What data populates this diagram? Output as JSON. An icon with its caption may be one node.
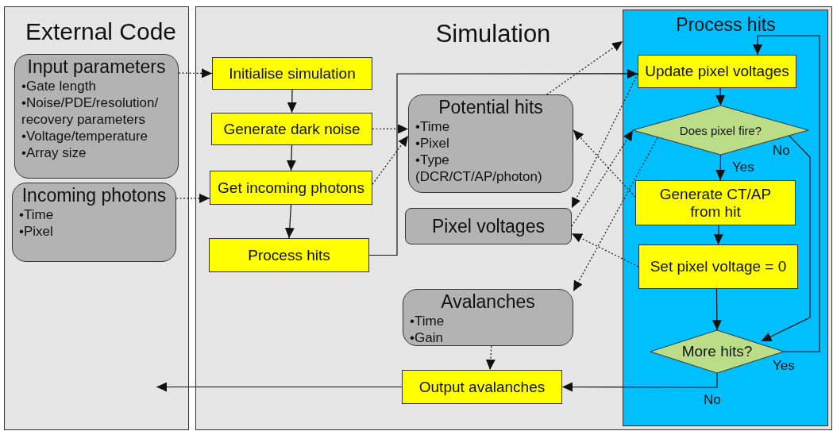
{
  "diagram": {
    "nodes": [
      {
        "text": [
          "External Code"
        ]
      },
      {
        "text": [
          "Input parameters",
          "•Gate length",
          "•Noise/PDE/resolution/ recovery parameters",
          "•Voltage/temperature",
          "•Array size"
        ],
        "in": 0
      },
      {
        "text": [
          "Incoming photons",
          "•Time",
          "•Pixel"
        ],
        "in": 0
      },
      {
        "text": [
          "Simulation"
        ]
      },
      {
        "text": [
          "Initialise simulation"
        ],
        "in": 3
      },
      {
        "text": [
          "Generate dark noise"
        ],
        "in": 3
      },
      {
        "text": [
          "Get incoming photons"
        ],
        "in": 3
      },
      {
        "text": [
          "Process hits"
        ],
        "in": 3
      },
      {
        "text": [
          "Potential hits",
          "•Time",
          "•Pixel",
          "•Type (DCR/CT/AP/photon)"
        ],
        "in": 3
      },
      {
        "text": [
          "Pixel voltages"
        ],
        "in": 3
      },
      {
        "text": [
          "Avalanches",
          "•Time",
          "•Gain"
        ],
        "in": 3
      },
      {
        "text": [
          "Output avalanches"
        ],
        "in": 3
      },
      {
        "text": [
          "Process hits"
        ],
        "in": 3
      },
      {
        "text": [
          "Update pixel voltages"
        ],
        "in": 12
      },
      {
        "text": [
          "Does pixel fire?"
        ],
        "in": 12
      },
      {
        "text": [
          "Generate CT/AP from hit"
        ],
        "in": 12
      },
      {
        "text": [
          "Set pixel voltage = 0"
        ],
        "in": 12
      },
      {
        "text": [
          "More hits?"
        ],
        "in": 12
      }
    ],
    "edges": [
      {
        "from": 1,
        "to": 4,
        "arrow": "to",
        "style": "dashed"
      },
      {
        "from": 2,
        "to": 6,
        "arrow": "to",
        "style": "dashed"
      },
      {
        "from": 4,
        "to": 5,
        "arrow": "to"
      },
      {
        "from": 5,
        "to": 6,
        "arrow": "to"
      },
      {
        "from": 6,
        "to": 7,
        "arrow": "to"
      },
      {
        "from": 5,
        "to": 8,
        "arrow": "to",
        "style": "dashed"
      },
      {
        "from": 6,
        "to": 8,
        "arrow": "to",
        "style": "dashed"
      },
      {
        "from": 7,
        "to": 13,
        "arrow": "to"
      },
      {
        "from": 8,
        "to": 12,
        "arrow": "to",
        "style": "dashed"
      },
      {
        "from": 13,
        "to": 9,
        "arrow": "to",
        "style": "dashed"
      },
      {
        "from": 9,
        "to": 14,
        "arrow": "to",
        "style": "dashed"
      },
      {
        "from": 15,
        "to": 8,
        "arrow": "to",
        "style": "dashed"
      },
      {
        "from": 16,
        "to": 9,
        "arrow": "to",
        "style": "dashed"
      },
      {
        "from": 14,
        "to": 10,
        "arrow": "to",
        "style": "dashed"
      },
      {
        "from": 10,
        "to": 11,
        "arrow": "to",
        "style": "dashed"
      },
      {
        "from": 13,
        "to": 14,
        "arrow": "to"
      },
      {
        "from": 14,
        "to": 15,
        "arrow": "to",
        "label": "Yes"
      },
      {
        "from": 14,
        "to": 17,
        "arrow": "to",
        "label": "No"
      },
      {
        "from": 15,
        "to": 16,
        "arrow": "to"
      },
      {
        "from": 16,
        "to": 17,
        "arrow": "to"
      },
      {
        "from": 17,
        "to": 13,
        "arrow": "to",
        "label": "Yes"
      },
      {
        "from": 17,
        "to": 11,
        "arrow": "to",
        "label": "No"
      },
      {
        "from": 11,
        "to": null,
        "arrow": "to"
      }
    ]
  }
}
